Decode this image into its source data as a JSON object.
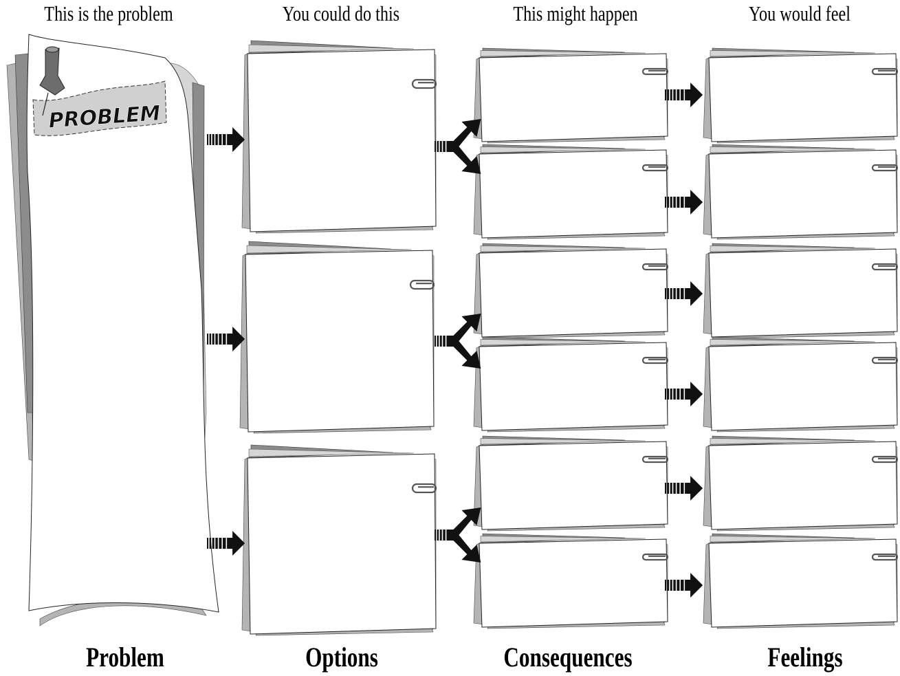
{
  "headers": {
    "problem": "This is the problem",
    "options": "You could do this",
    "consequences": "This might happen",
    "feelings": "You would feel"
  },
  "footers": {
    "problem": "Problem",
    "options": "Options",
    "consequences": "Consequences",
    "feelings": "Feelings"
  },
  "banner": {
    "label": "PROBLEM"
  },
  "icons": {
    "pin": "pushpin-icon",
    "clip": "paperclip-icon",
    "arrow": "striped-arrow-icon",
    "fork": "split-arrow-icon"
  },
  "colors": {
    "ink": "#000000",
    "sheet_dark": "#8c8c8c",
    "sheet_mid": "#b4b4b4",
    "sheet_light": "#d6d6d6",
    "paper": "#ffffff"
  }
}
